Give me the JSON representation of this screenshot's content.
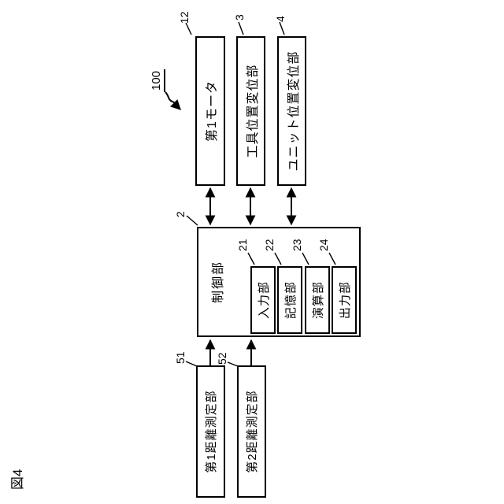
{
  "figure": {
    "caption": "図4",
    "system_ref": "100",
    "right_column": [
      {
        "label": "第1モータ",
        "ref": "12"
      },
      {
        "label": "工具位置変位部",
        "ref": "3"
      },
      {
        "label": "ユニット位置変位部",
        "ref": "4"
      }
    ],
    "control": {
      "label": "制御部",
      "ref": "2",
      "children": [
        {
          "label": "入力部",
          "ref": "21"
        },
        {
          "label": "記憶部",
          "ref": "22"
        },
        {
          "label": "演算部",
          "ref": "23"
        },
        {
          "label": "出力部",
          "ref": "24"
        }
      ]
    },
    "left_column": [
      {
        "label": "第1距離測定部",
        "ref": "51"
      },
      {
        "label": "第2距離測定部",
        "ref": "52"
      }
    ],
    "style": {
      "line_color": "#000000",
      "background": "#ffffff"
    }
  }
}
